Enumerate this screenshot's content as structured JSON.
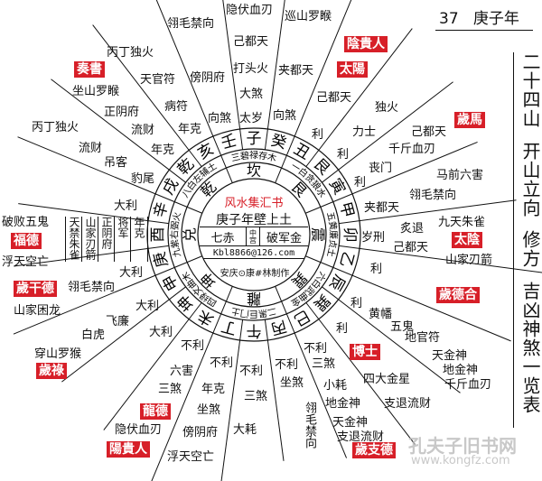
{
  "header": {
    "number": "37",
    "title": "庚子年"
  },
  "side_title": [
    "二十四山",
    "开山立向",
    "修方",
    "吉凶神煞一览表"
  ],
  "center": {
    "title": "风水集汇书",
    "year_element": "庚子年壁上土",
    "star": "七赤",
    "palace": "中宫",
    "star_name": "破军金",
    "email": "Kbl8866@126.com",
    "credit": "安庆⊙康#林制作"
  },
  "mountains": [
    "子",
    "癸",
    "丑",
    "艮",
    "寅",
    "甲",
    "卯",
    "乙",
    "辰",
    "巽",
    "巳",
    "丙",
    "午",
    "丁",
    "未",
    "坤",
    "申",
    "庚",
    "酉",
    "辛",
    "戌",
    "乾",
    "亥",
    "壬"
  ],
  "trigrams": [
    "坎",
    "艮",
    "震",
    "巽",
    "離",
    "坤",
    "兑",
    "乾"
  ],
  "stars": [
    "三碧禄存木",
    "一白贪狼水",
    "五黄廉贞土",
    "六白武曲金",
    "二黑巨门土",
    "四绿文曲木",
    "九紫右弼火",
    "八白左辅土"
  ],
  "left_columns": [
    "天禁朱雀",
    "山家刃箭",
    "正阴府",
    "将军",
    "年克"
  ],
  "labels": [
    "隐伏血刃",
    "巡山罗睺",
    "翎毛禁向",
    "己都天",
    "丙丁独火",
    "打头火",
    "夹都天",
    "天官符",
    "傍阴府",
    "大煞",
    "坐山罗睺",
    "己都天",
    "正阴府",
    "病符",
    "独火",
    "向煞",
    "太岁",
    "向煞",
    "丙丁独火",
    "流财",
    "年克",
    "利",
    "力士",
    "己都天",
    "流财",
    "吊客",
    "年克",
    "利",
    "千斤血刃",
    "丧门",
    "利",
    "豹尾",
    "马前六害",
    "翎毛禁向",
    "大利",
    "夹都天",
    "破败五鬼",
    "九天朱雀",
    "炙退",
    "岁刑",
    "己都天",
    "浮天空亡",
    "山家刃箭",
    "大利",
    "利",
    "翎毛禁向",
    "山家困龙",
    "大利",
    "利",
    "黄幡",
    "飞廉",
    "五鬼",
    "白虎",
    "地官符",
    "大利",
    "利",
    "穿山罗猴",
    "不利",
    "不利",
    "天金神",
    "不利",
    "不利",
    "不利",
    "三煞",
    "地金神",
    "六害",
    "四大金星",
    "千斤血刃",
    "小耗",
    "三煞",
    "年克",
    "三煞",
    "坐煞",
    "地金神",
    "支退流财",
    "坐煞",
    "翎毛禁向",
    "天金神",
    "隐伏血刃",
    "傍阴府",
    "大耗",
    "支退流财",
    "浮天空亡"
  ],
  "badges": [
    "陰貴人",
    "太陽",
    "奏書",
    "歲馬",
    "福德",
    "太陰",
    "歲干德",
    "歲德合",
    "博士",
    "歲祿",
    "龍德",
    "陽貴人",
    "歲支德"
  ],
  "watermark": {
    "name": "孔夫子旧书网",
    "url": "www.kongfz.com"
  },
  "colors": {
    "accent_red": "#d71f28",
    "line": "#111111"
  }
}
